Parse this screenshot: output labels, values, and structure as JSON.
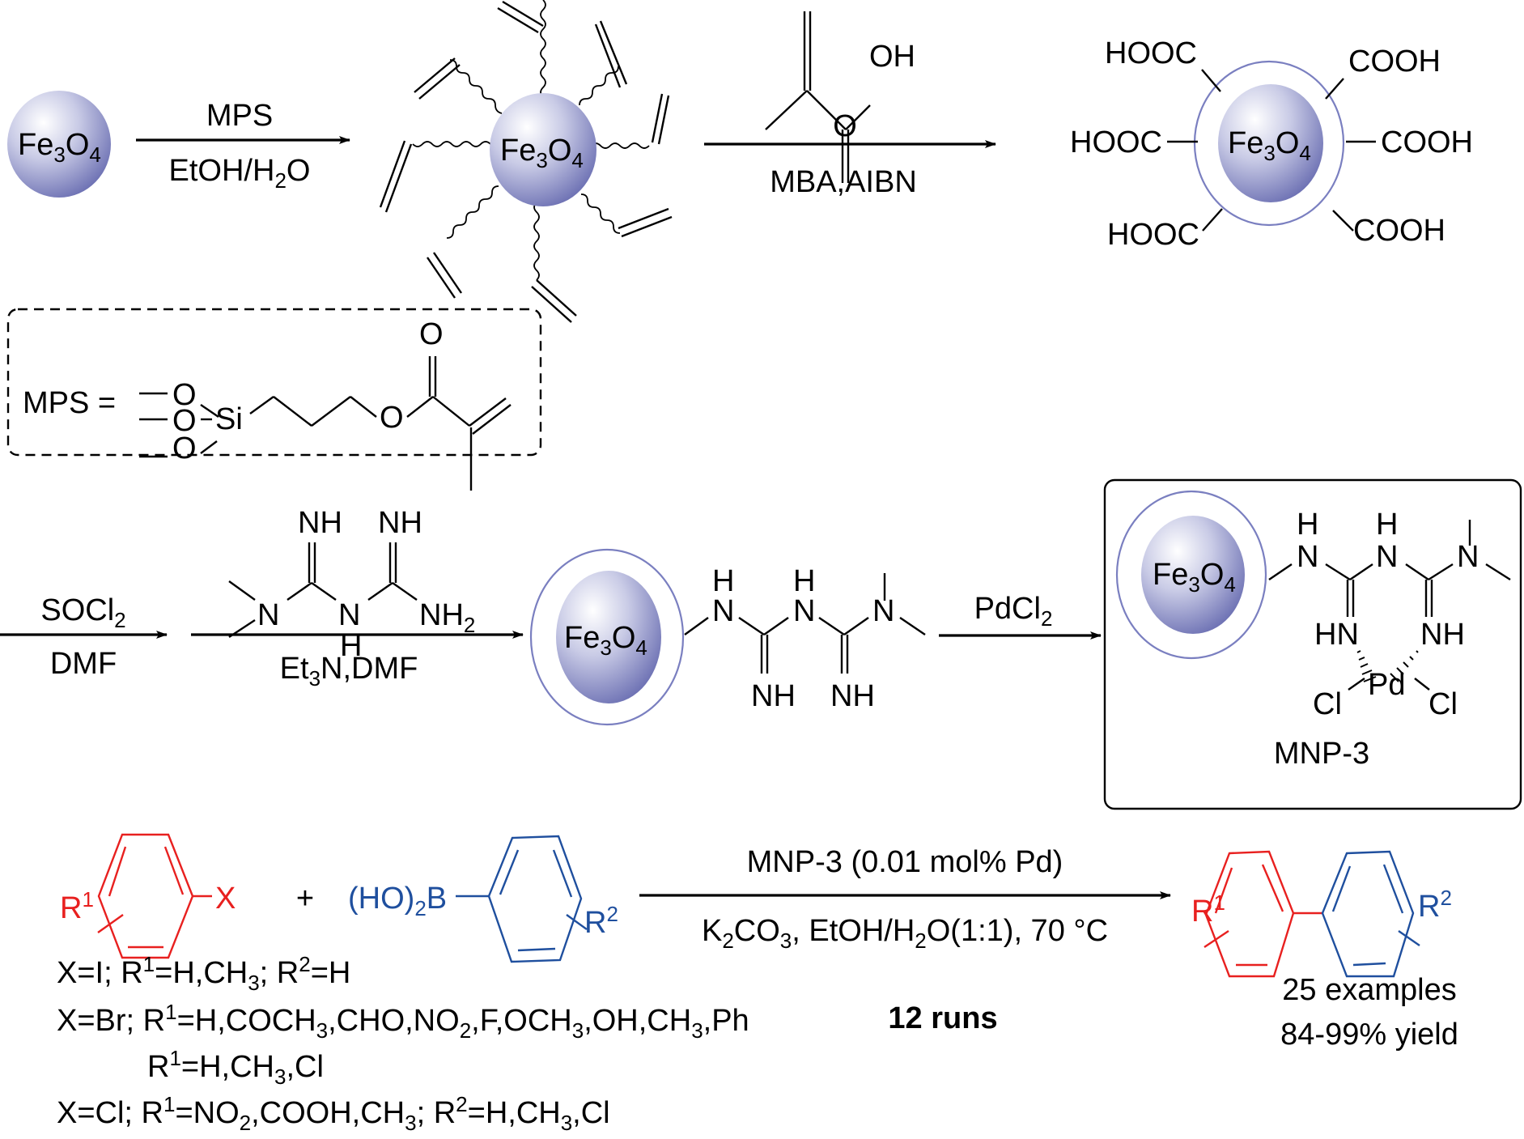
{
  "particle": {
    "label": "Fe",
    "sub1": "3",
    "label2": "O",
    "sub2": "4"
  },
  "step1": {
    "above": "MPS",
    "below_a": "EtOH/H",
    "below_sub": "2",
    "below_b": "O"
  },
  "step2": {
    "reagent_oh": "OH",
    "reagent_o": "O",
    "below": "MBA,AIBN"
  },
  "carboxyl": {
    "left": "HOOC",
    "right": "COOH"
  },
  "mps_box": {
    "prefix": "MPS =",
    "o": "O",
    "si": "Si"
  },
  "step3": {
    "above_a": "SOCl",
    "above_sub": "2",
    "below": "DMF"
  },
  "step4": {
    "nh": "NH",
    "n": "N",
    "h": "H",
    "nh2": "NH",
    "nh2_sub": "2",
    "below_a": "Et",
    "below_sub": "3",
    "below_b": "N,DMF"
  },
  "intermediate": {
    "h": "H",
    "n": "N",
    "nh": "NH"
  },
  "step5": {
    "above_a": "PdCl",
    "above_sub": "2"
  },
  "catalyst": {
    "h": "H",
    "n": "N",
    "hn": "HN",
    "nh": "NH",
    "pd": "Pd",
    "cl": "Cl",
    "name": "MNP-3"
  },
  "coupling": {
    "r": "R",
    "r1_sup": "1",
    "r2_sup": "2",
    "x": "X",
    "plus": "+",
    "boronic_a": "(HO)",
    "boronic_sub": "2",
    "boronic_b": "B",
    "above": "MNP-3 (0.01 mol% Pd)",
    "below_k": "K",
    "below_s1": "2",
    "below_co": "CO",
    "below_s2": "3",
    "below_mid": ", EtOH/H",
    "below_s3": "2",
    "below_end": "O(1:1), 70 °C"
  },
  "colors": {
    "aryl_halide": "#e8201f",
    "boronic_acid": "#1f4f9e",
    "particle": "#8a8fc8",
    "shell": "#7a7fc0"
  },
  "scope": {
    "line1": {
      "a": "X=I; R",
      "s1": "1",
      "b": "=H,CH",
      "s2": "3",
      "c": "; R",
      "s3": "2",
      "d": "=H"
    },
    "line2": {
      "a": "X=Br; R",
      "s1": "1",
      "b": "=H,COCH",
      "s2": "3",
      "c": ",CHO,NO",
      "s3": "2",
      "d": ",F,OCH",
      "s4": "3",
      "e": ",OH,CH",
      "s5": "3",
      "f": ",Ph"
    },
    "line3": {
      "a": "R",
      "s1": "1",
      "b": "=H,CH",
      "s2": "3",
      "c": ",Cl"
    },
    "line4": {
      "a": "X=Cl; R",
      "s1": "1",
      "b": "=NO",
      "s2": "2",
      "c": ",COOH,CH",
      "s3": "3",
      "d": "; R",
      "s4": "2",
      "e": "=H,CH",
      "s5": "3",
      "f": ",Cl"
    }
  },
  "runs": "12 runs",
  "summary": {
    "examples": "25 examples",
    "yield": "84-99% yield"
  }
}
